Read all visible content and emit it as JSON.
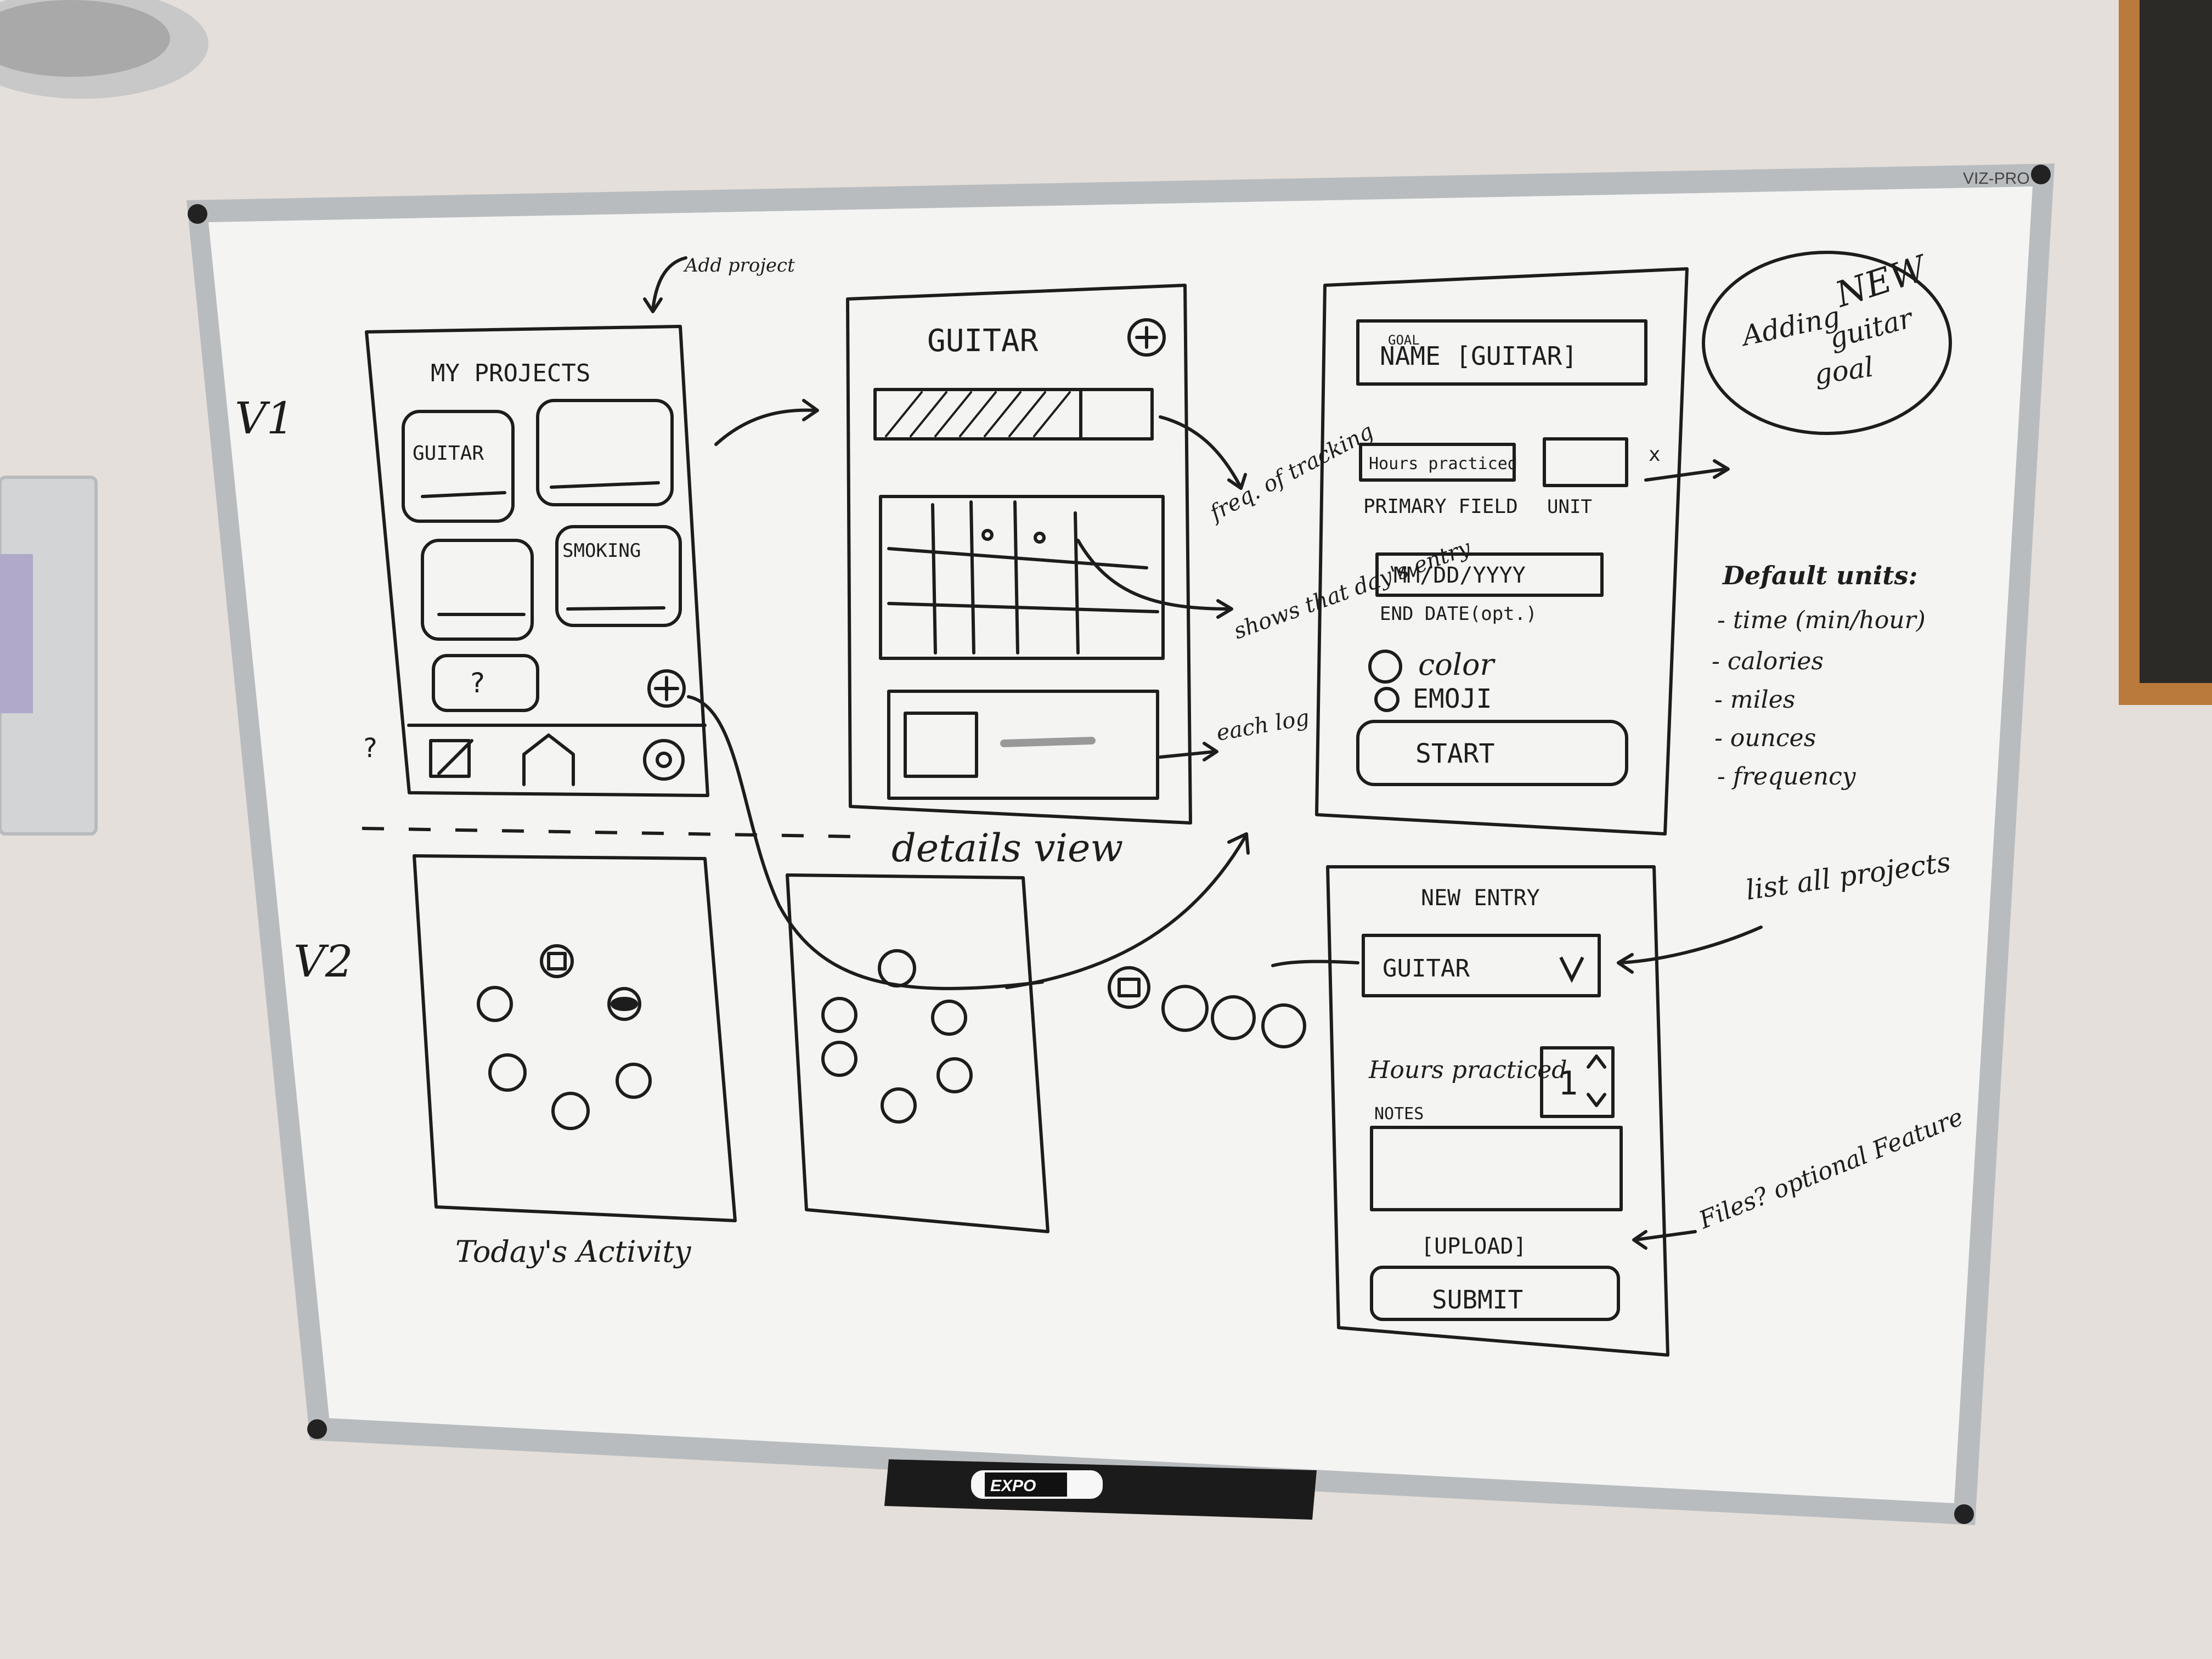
{
  "board": {
    "brand": "VIZ-PRO",
    "marker_brand": "EXPO",
    "colors": {
      "wall": "#e4dfda",
      "board": "#f4f4f2",
      "frame": "#b9bcbf",
      "ink": "#1d1d1d",
      "wood": "#b97a3c"
    }
  },
  "row_labels": {
    "v1": "V1",
    "v2": "V2"
  },
  "divider_label": "details view",
  "screen_home": {
    "annotation": "Add project",
    "title": "MY PROJECTS",
    "tiles": [
      "GUITAR",
      "",
      "",
      "SMOKING"
    ],
    "unknown_tile": "?",
    "add_icon": "plus-icon",
    "nav_question": "?",
    "nav_icons": [
      "edit-icon",
      "home-icon",
      "gear-icon"
    ]
  },
  "screen_detail": {
    "title": "GUITAR",
    "add_icon": "plus-icon"
  },
  "detail_annotations": {
    "progress": "freq. of tracking",
    "calendar": "shows that day's entry",
    "log": "each log"
  },
  "screen_goal": {
    "name_caption": "GOAL",
    "name_field": "NAME [GUITAR]",
    "primary_field_value": "Hours practiced",
    "primary_field_label": "PRIMARY FIELD",
    "unit_label": "UNIT",
    "remove_mark": "x",
    "date_field": "MM/DD/YYYY",
    "date_label": "END DATE(opt.)",
    "options": [
      "color",
      "EMOJI"
    ],
    "start_button": "START"
  },
  "goal_bubble": {
    "line1": "Adding",
    "line2": "NEW",
    "line3": "guitar",
    "line4": "goal"
  },
  "default_units": {
    "heading": "Default units:",
    "items": [
      "- time (min/hour)",
      "- calories",
      "- miles",
      "- ounces",
      "- frequency"
    ]
  },
  "screen_activity": {
    "caption": "Today's Activity"
  },
  "screen_entry": {
    "title": "NEW ENTRY",
    "project_select": "GUITAR",
    "select_icon": "chevron-down-icon",
    "field_label": "Hours practiced",
    "field_value": "1",
    "notes_label": "NOTES",
    "upload_button": "[UPLOAD]",
    "submit_button": "SUBMIT"
  },
  "entry_annotations": {
    "list_projects": "list all projects",
    "files_note": "Files? optional Feature"
  }
}
